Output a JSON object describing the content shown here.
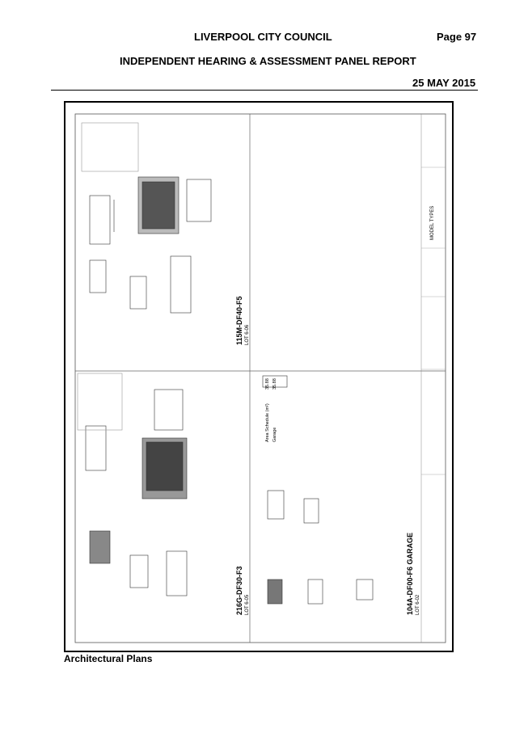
{
  "header": {
    "council": "LIVERPOOL CITY COUNCIL",
    "page": "Page 97",
    "report": "INDEPENDENT HEARING & ASSESSMENT PANEL REPORT",
    "date": "25 MAY 2015"
  },
  "sheet": {
    "models": [
      {
        "code": "115M-DF40-F5",
        "lot": "LOT 6-06"
      },
      {
        "code": "216G-DF30-F3",
        "lot": "LOT 6-05"
      },
      {
        "code": "104A-DF00-F6 GARAGE",
        "lot": "LOT 6-02"
      }
    ],
    "area_schedule": {
      "title": "Area Schedule (m²)",
      "rows": [
        {
          "label": "Garage",
          "value": "35.88"
        },
        {
          "label": "",
          "value": "35.88"
        }
      ]
    },
    "title_block": {
      "drawing_title": "MODEL TYPES"
    }
  },
  "caption": "Architectural Plans"
}
